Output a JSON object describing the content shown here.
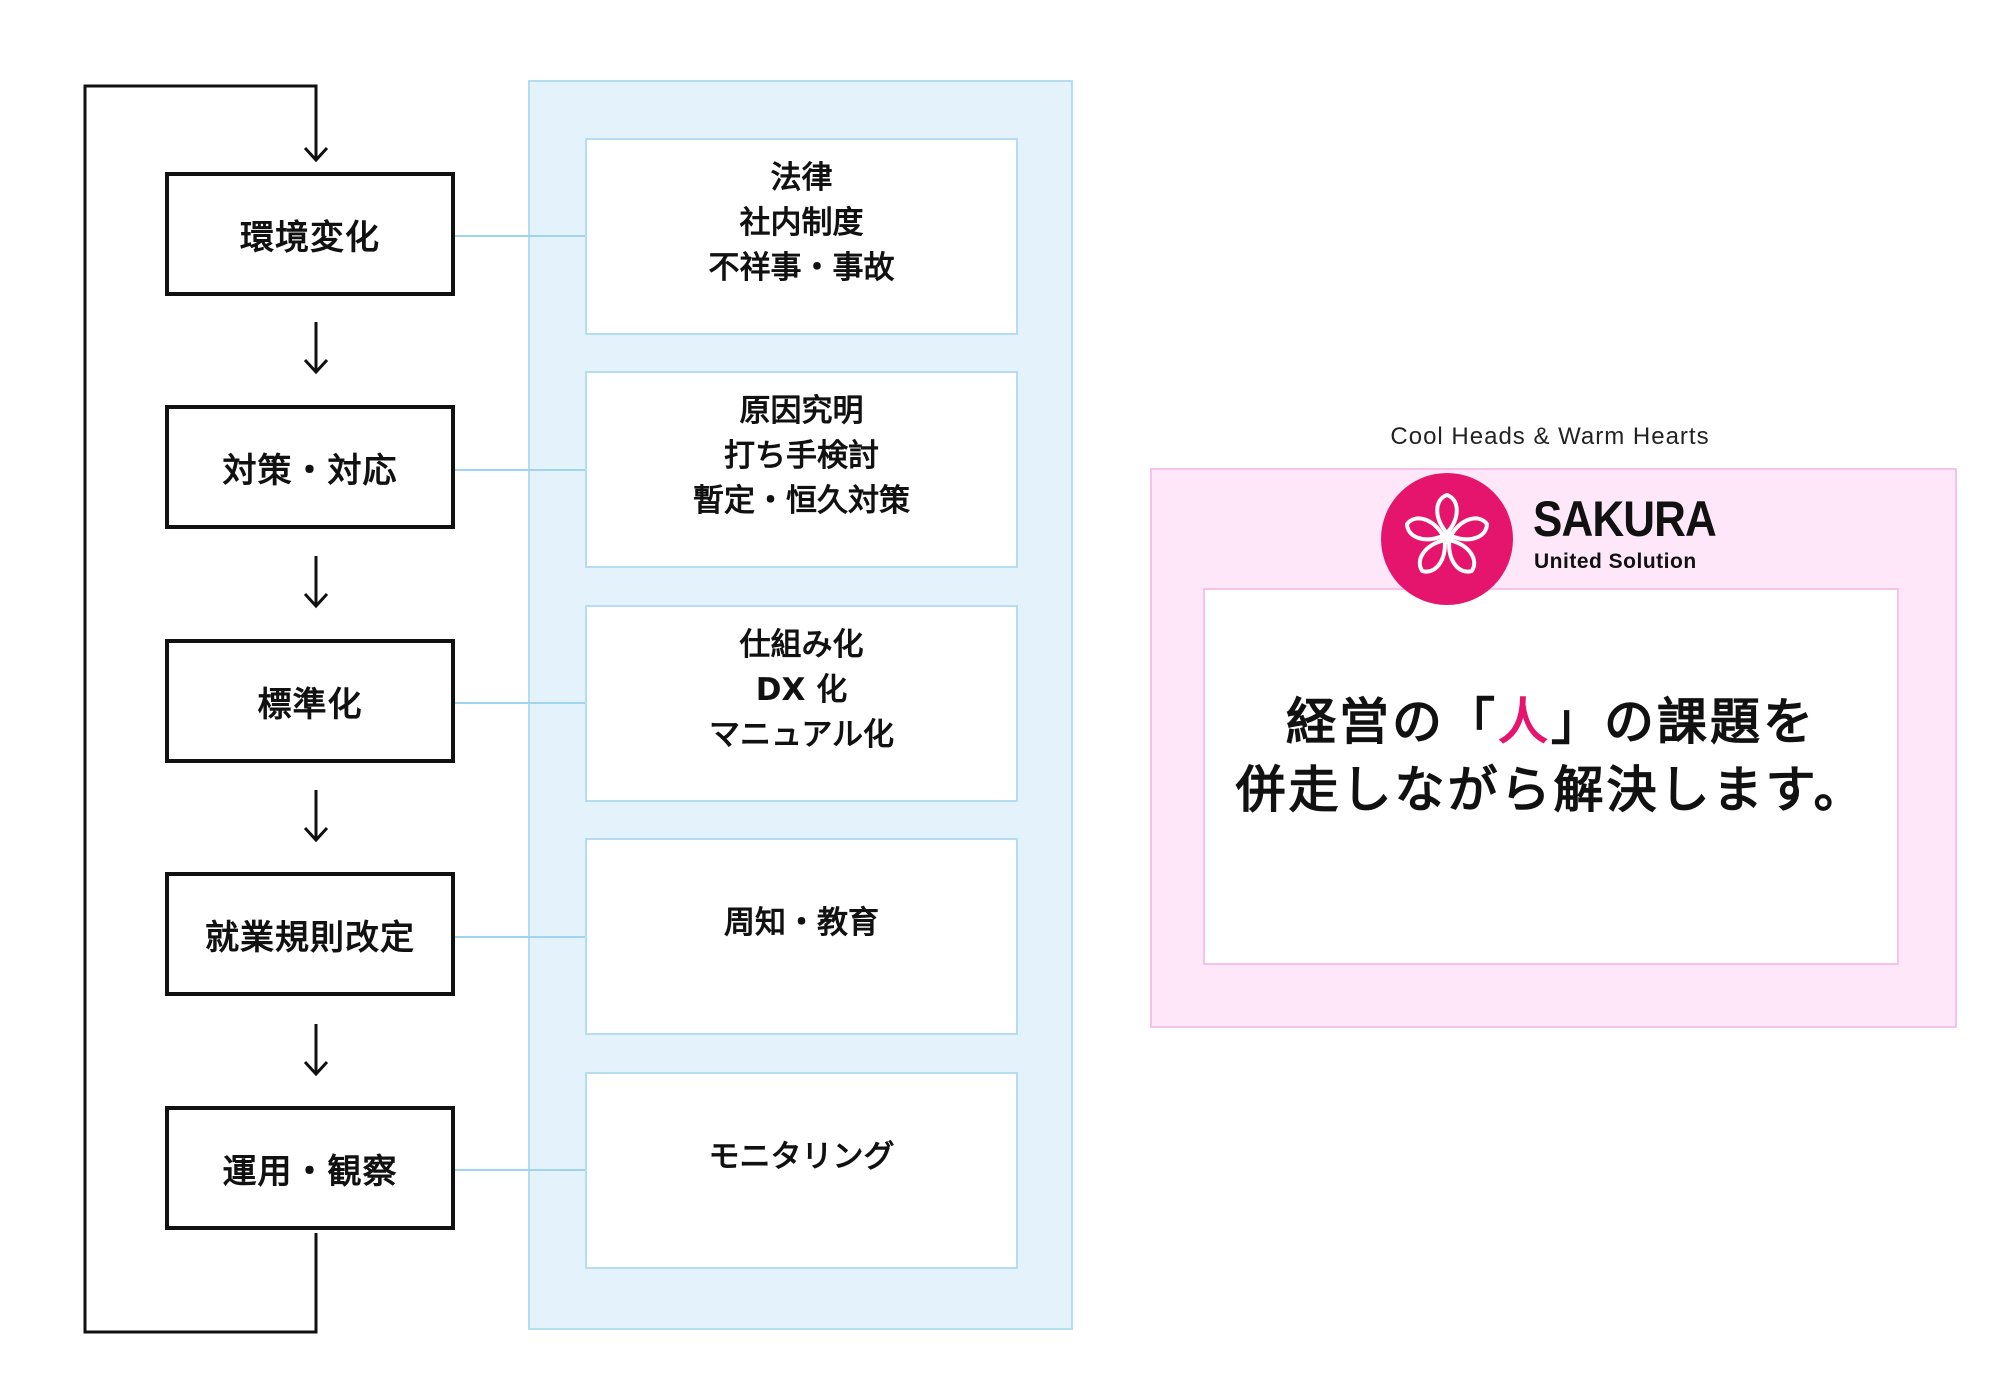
{
  "flow": {
    "steps": [
      "環境変化",
      "対策・対応",
      "標準化",
      "就業規則改定",
      "運用・観察"
    ],
    "arrow_glyph": "↓"
  },
  "details": [
    [
      "法律",
      "社内制度",
      "不祥事・事故"
    ],
    [
      "原因究明",
      "打ち手検討",
      "暫定・恒久対策"
    ],
    [
      "仕組み化",
      "DX 化",
      "マニュアル化"
    ],
    [
      "周知・教育"
    ],
    [
      "モニタリング"
    ]
  ],
  "brand": {
    "tagline": "Cool Heads & Warm Hearts",
    "name": "SAKURA",
    "subname": "United Solution",
    "logo_icon": "sakura-flower-icon",
    "accent_color": "#e5146c"
  },
  "message": {
    "line1_before": "経営の「",
    "line1_highlight": "人",
    "line1_after": "」の課題を",
    "line2": "併走しながら解決します。"
  },
  "colors": {
    "panel_blue": "#e4f2fc",
    "panel_blue_border": "#b6dcf2",
    "panel_pink": "#fde7f8",
    "panel_pink_border": "#f6c2ea"
  }
}
